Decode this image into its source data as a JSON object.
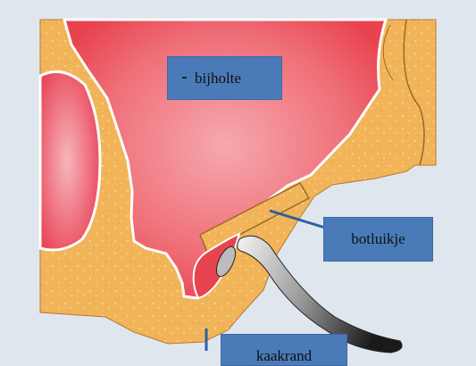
{
  "labels": {
    "bijholte": "bijholte",
    "botluikje": "botluikje",
    "kaakrand": "kaakrand"
  },
  "colors": {
    "background": "#dfe6ee",
    "bone": "#f2b458",
    "sinus": "#ee5560",
    "sinus_light": "#f6a4aa",
    "label_box": "#4a7ab8",
    "instrument": "#7a7a7a"
  }
}
